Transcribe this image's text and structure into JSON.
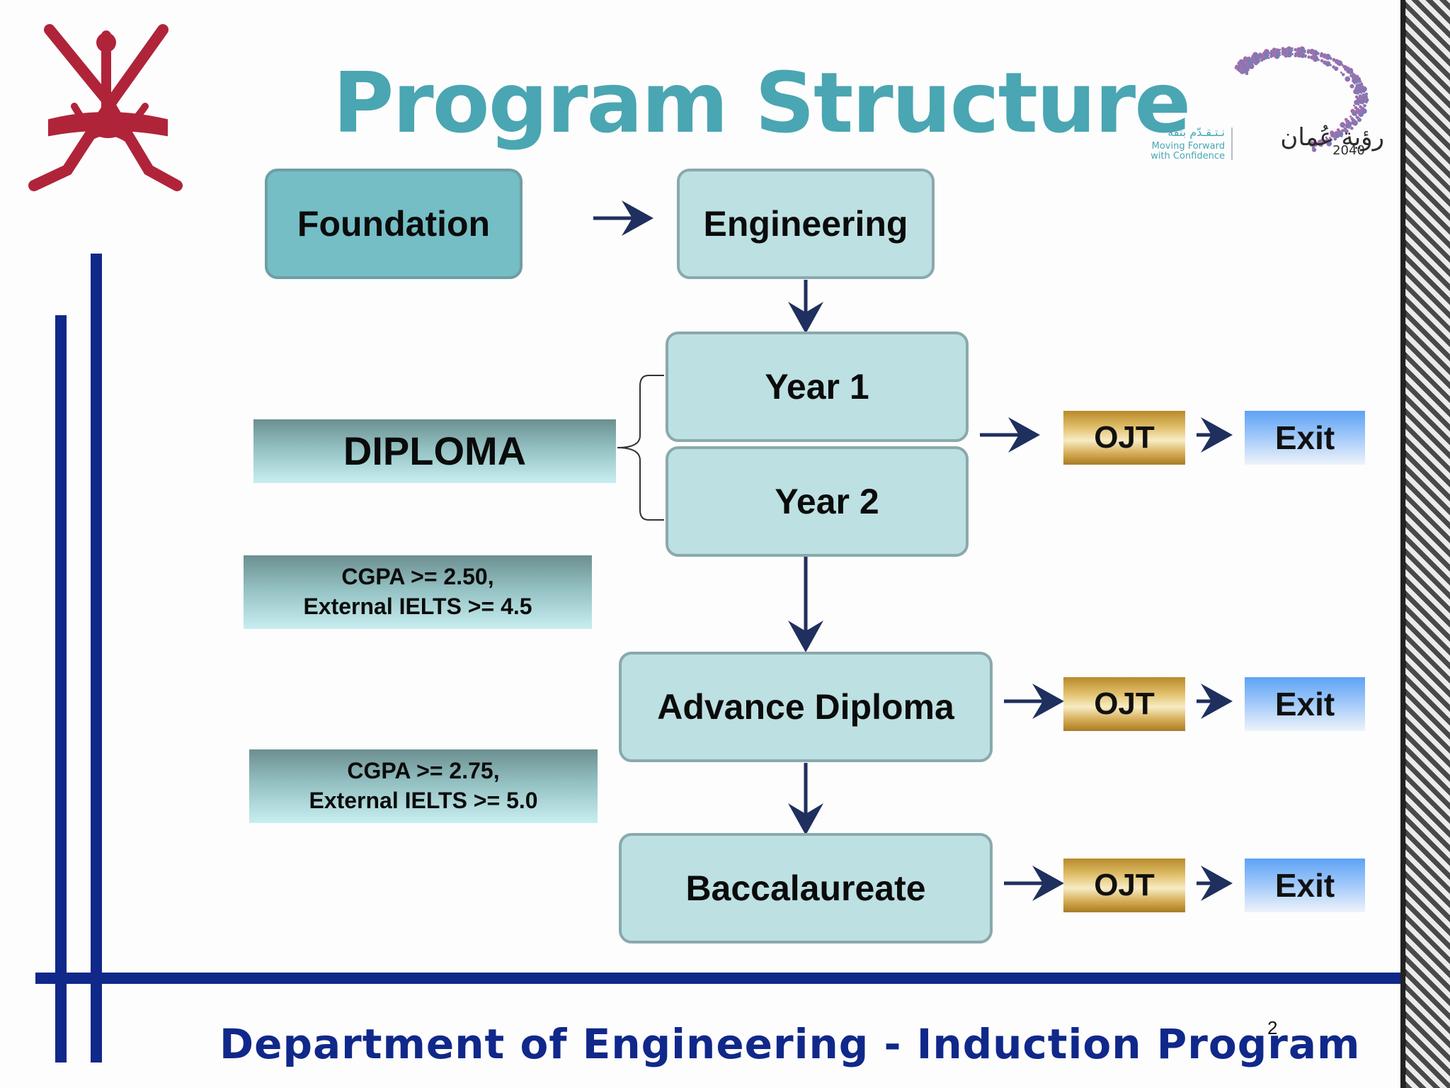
{
  "title": "Program Structure",
  "nodes": {
    "foundation": "Foundation",
    "engineering": "Engineering",
    "year1": "Year 1",
    "year2": "Year 2",
    "advance_diploma": "Advance Diploma",
    "baccalaureate": "Baccalaureate"
  },
  "diploma_label": "DIPLOMA",
  "requirements": [
    {
      "line1": "CGPA >= 2.50,",
      "line2": "External IELTS >= 4.5"
    },
    {
      "line1": "CGPA >= 2.75,",
      "line2": "External IELTS >= 5.0"
    }
  ],
  "outcomes": [
    {
      "ojt": "OJT",
      "exit": "Exit"
    },
    {
      "ojt": "OJT",
      "exit": "Exit"
    },
    {
      "ojt": "OJT",
      "exit": "Exit"
    }
  ],
  "vision_logo": {
    "arabic_title": "رؤية عُمان",
    "year": "2040",
    "arabic_tagline": "نـتـقـدّم بثقة",
    "tagline_line1": "Moving Forward",
    "tagline_line2": "with Confidence"
  },
  "footer": "Department of Engineering - Induction Program",
  "page_number": "2",
  "colors": {
    "title": "#4aa6b2",
    "navy": "#10288a",
    "box_fill": "#bde0e2",
    "foundation_fill": "#75bec6",
    "arrow": "#1f2f5e",
    "emblem": "#b0243a"
  },
  "icons": {
    "emblem": "oman-national-emblem-icon",
    "vision": "oman-vision-2040-logo"
  }
}
